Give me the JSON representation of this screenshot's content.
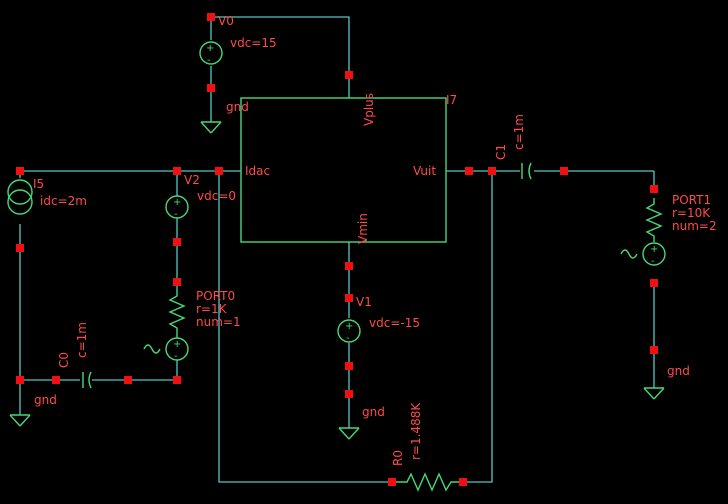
{
  "colors": {
    "background": "#000000",
    "wire": "#53c7c7",
    "symbol": "#46d879",
    "pin": "#f10f12",
    "text": "#ff5b5b"
  },
  "block": {
    "instance": "I7",
    "pins": {
      "vplus": "Vplus",
      "vmin": "Vmin",
      "idac": "Idac",
      "vuit": "Vuit"
    }
  },
  "components": {
    "v0": {
      "name": "V0",
      "value": "vdc=15",
      "gnd": "gnd"
    },
    "v1": {
      "name": "V1",
      "value": "vdc=-15",
      "gnd": "gnd"
    },
    "v2": {
      "name": "V2",
      "value": "vdc=0"
    },
    "i5": {
      "name": "I5",
      "value": "idc=2m",
      "gnd": "gnd"
    },
    "c0": {
      "name": "C0",
      "value": "c=1m"
    },
    "c1": {
      "name": "C1",
      "value": "c=1m"
    },
    "r0": {
      "name": "R0",
      "value": "r=1.488K"
    },
    "port0": {
      "name": "PORT0",
      "r": "r=1K",
      "num": "num=1"
    },
    "port1": {
      "name": "PORT1",
      "r": "r=10K",
      "num": "num=2",
      "gnd": "gnd"
    }
  }
}
